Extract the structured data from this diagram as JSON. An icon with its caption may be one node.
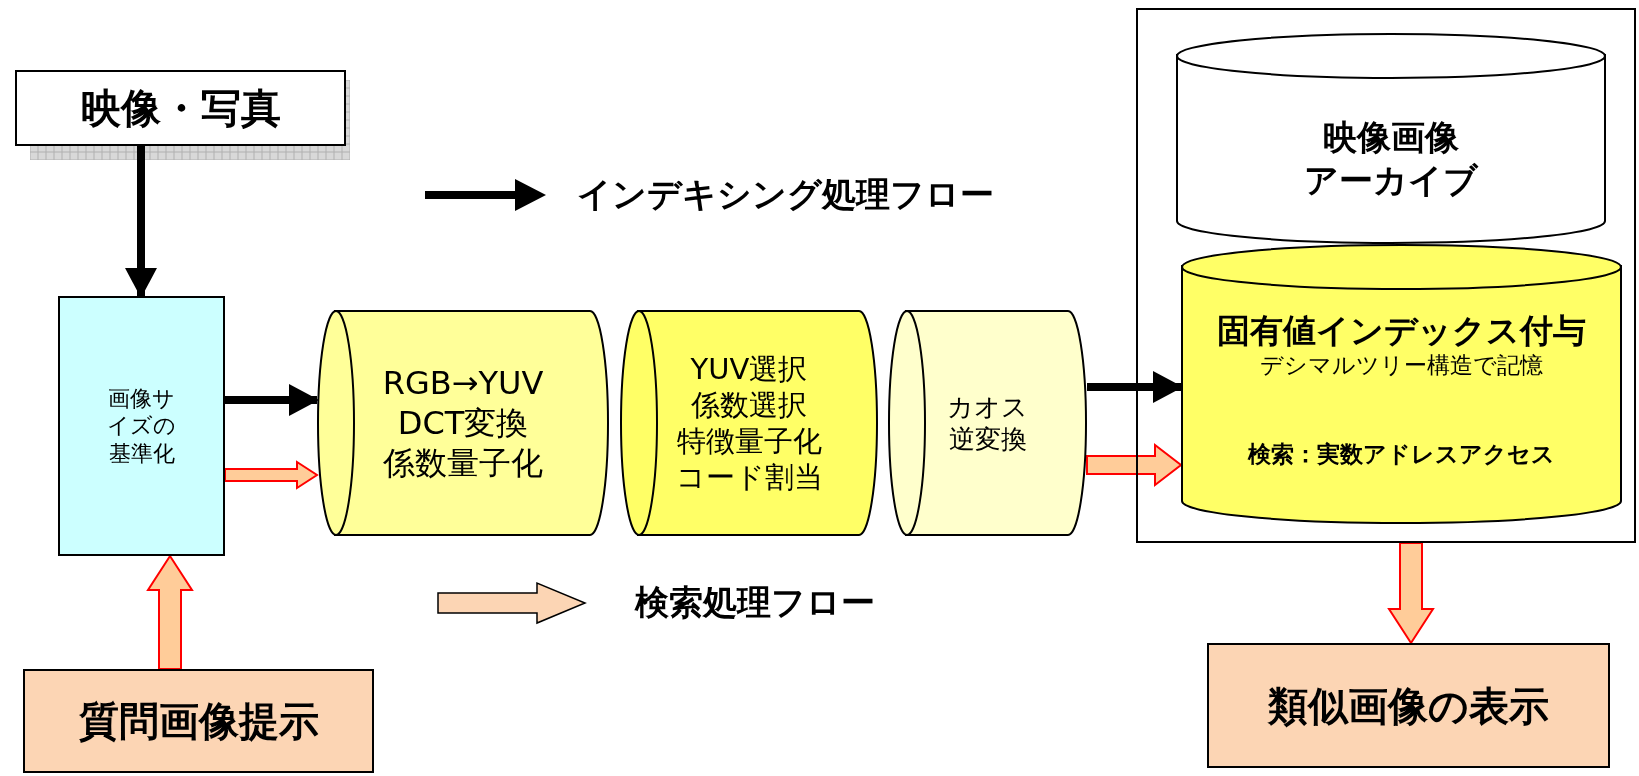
{
  "diagram": {
    "nodes": [
      {
        "text": [
          "映像・写真"
        ]
      },
      {
        "text": [
          "画像サイズの基準化"
        ]
      },
      {
        "text": [
          "RGB→YUV DCT変換係数量子化"
        ]
      },
      {
        "text": [
          "YUV選択係数選択特徴量子化コード割当"
        ]
      },
      {
        "text": [
          "カオス逆変換"
        ]
      },
      {
        "text": [],
        "shape": "box"
      },
      {
        "text": [
          "映像画像アーカイブ"
        ],
        "in": 5
      },
      {
        "text": [
          "固有値インデックス付与",
          "デシマルツリー構造で記憶",
          "検索：実数アドレスアクセス"
        ],
        "in": 5
      },
      {
        "text": [
          "質問画像提示"
        ]
      },
      {
        "text": [
          "類似画像の表示"
        ]
      }
    ],
    "edges": [
      {
        "from": 0,
        "to": 1,
        "arrow": "to",
        "color": "#000000"
      },
      {
        "from": 1,
        "to": 2,
        "arrow": "to",
        "color": "#000000"
      },
      {
        "from": 1,
        "to": 2,
        "arrow": "to"
      },
      {
        "from": 4,
        "to": 7,
        "arrow": "to",
        "color": "#000000"
      },
      {
        "from": 4,
        "to": 7,
        "arrow": "to"
      },
      {
        "from": 8,
        "to": 1,
        "arrow": "to"
      },
      {
        "from": 5,
        "to": 9,
        "arrow": "to"
      }
    ],
    "legend": [
      {
        "text": "インデキシング処理フロー"
      },
      {
        "text": "検索処理フロー"
      }
    ]
  }
}
